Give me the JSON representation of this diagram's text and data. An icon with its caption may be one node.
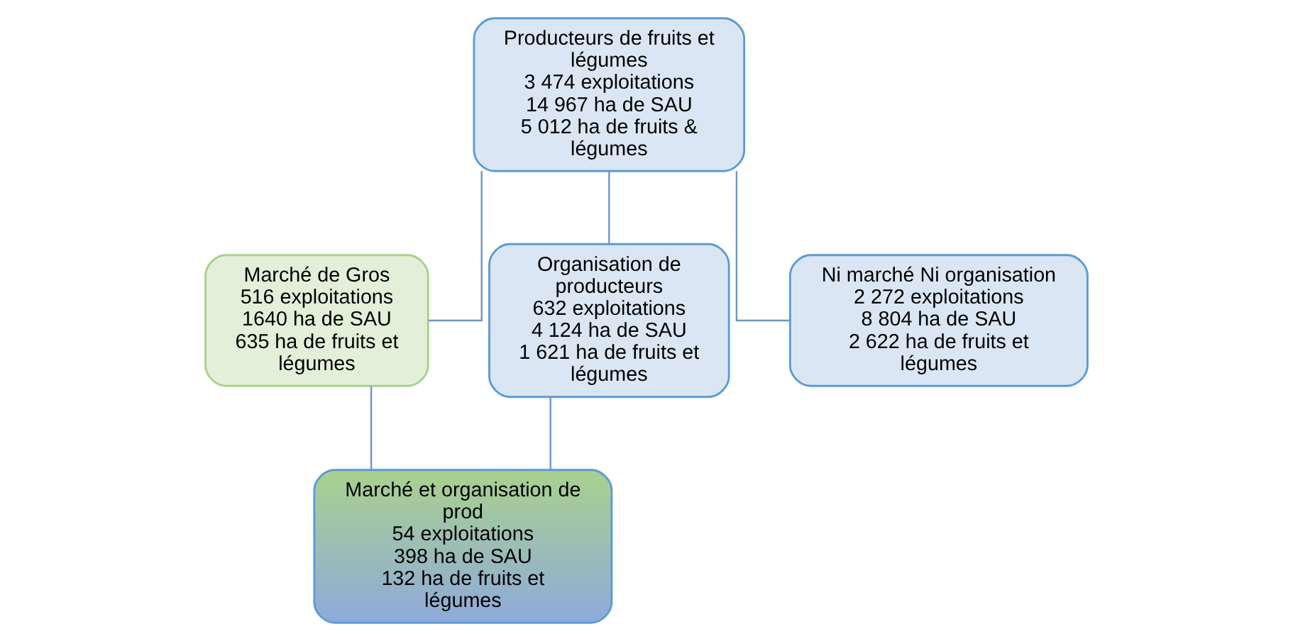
{
  "diagram": {
    "nodes": [
      {
        "text": [
          "Producteurs de fruits et légumes",
          "3 474 exploitations",
          "14 967 ha de SAU",
          "5 012 ha de fruits & légumes"
        ]
      },
      {
        "text": [
          "Marché de Gros",
          "516 exploitations",
          "1640 ha de SAU",
          "635 ha de fruits et légumes"
        ]
      },
      {
        "text": [
          "Organisation de producteurs",
          "632 exploitations",
          "4 124 ha de SAU",
          "1 621 ha de fruits et légumes"
        ]
      },
      {
        "text": [
          "Ni marché Ni organisation",
          "2 272 exploitations",
          "8 804 ha de SAU",
          "2 622 ha de fruits et légumes"
        ]
      },
      {
        "text": [
          "Marché et organisation de prod",
          "54 exploitations",
          "398 ha de SAU",
          "132 ha de fruits et légumes"
        ]
      }
    ],
    "edges": [
      {
        "from": 0,
        "to": 1,
        "arrow": "none"
      },
      {
        "from": 0,
        "to": 2,
        "arrow": "none"
      },
      {
        "from": 0,
        "to": 3,
        "arrow": "none"
      },
      {
        "from": 1,
        "to": 4,
        "arrow": "none"
      },
      {
        "from": 2,
        "to": 4,
        "arrow": "none"
      }
    ]
  }
}
